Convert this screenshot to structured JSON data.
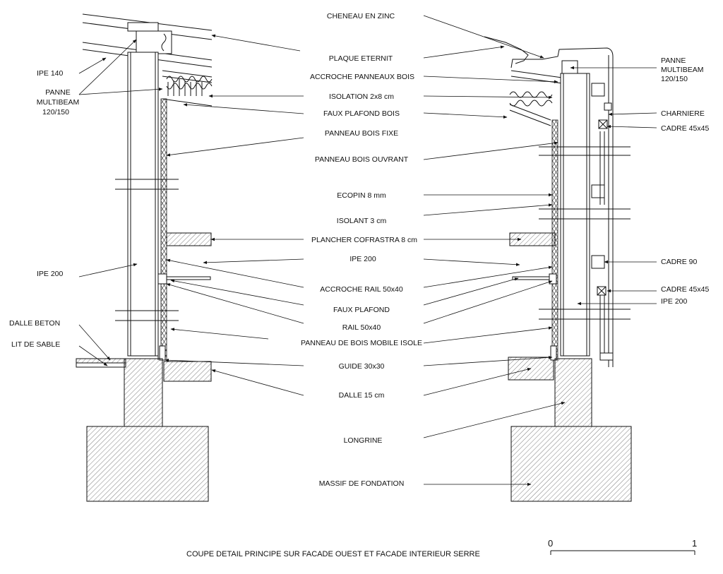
{
  "labels": {
    "cheneau_zinc": "CHENEAU EN ZINC",
    "plaque_eternit": "PLAQUE ETERNIT",
    "accroche_panneaux_bois": "ACCROCHE PANNEAUX BOIS",
    "isolation_2x8": "ISOLATION 2x8 cm",
    "faux_plafond_bois": "FAUX PLAFOND BOIS",
    "panneau_bois_fixe": "PANNEAU BOIS FIXE",
    "panneau_bois_ouvrant": "PANNEAU BOIS OUVRANT",
    "ecopin": "ECOPIN 8 mm",
    "isolant_3cm": "ISOLANT 3 cm",
    "plancher_cofrastra": "PLANCHER COFRASTRA 8 cm",
    "ipe_200_center": "IPE 200",
    "accroche_rail": "ACCROCHE RAIL 50x40",
    "faux_plafond": "FAUX PLAFOND",
    "rail": "RAIL 50x40",
    "panneau_mobile": "PANNEAU DE BOIS MOBILE ISOLE",
    "guide": "GUIDE 30x30",
    "dalle_15": "DALLE 15 cm",
    "longrine": "LONGRINE",
    "massif": "MASSIF DE FONDATION",
    "ipe_140": "IPE 140",
    "panne_left_1": "PANNE",
    "panne_left_2": "MULTIBEAM",
    "panne_left_3": "120/150",
    "ipe_200_left": "IPE 200",
    "dalle_beton": "DALLE BETON",
    "lit_sable": "LIT DE SABLE",
    "panne_right_1": "PANNE",
    "panne_right_2": "MULTIBEAM",
    "panne_right_3": "120/150",
    "charniere": "CHARNIERE",
    "cadre_45_top": "CADRE 45x45",
    "cadre_90": "CADRE 90",
    "cadre_45_bottom": "CADRE 45x45",
    "ipe_200_right": "IPE 200"
  },
  "title": "COUPE DETAIL PRINCIPE SUR FACADE OUEST ET FACADE INTERIEUR SERRE",
  "scale": {
    "start": "0",
    "end": "1"
  }
}
